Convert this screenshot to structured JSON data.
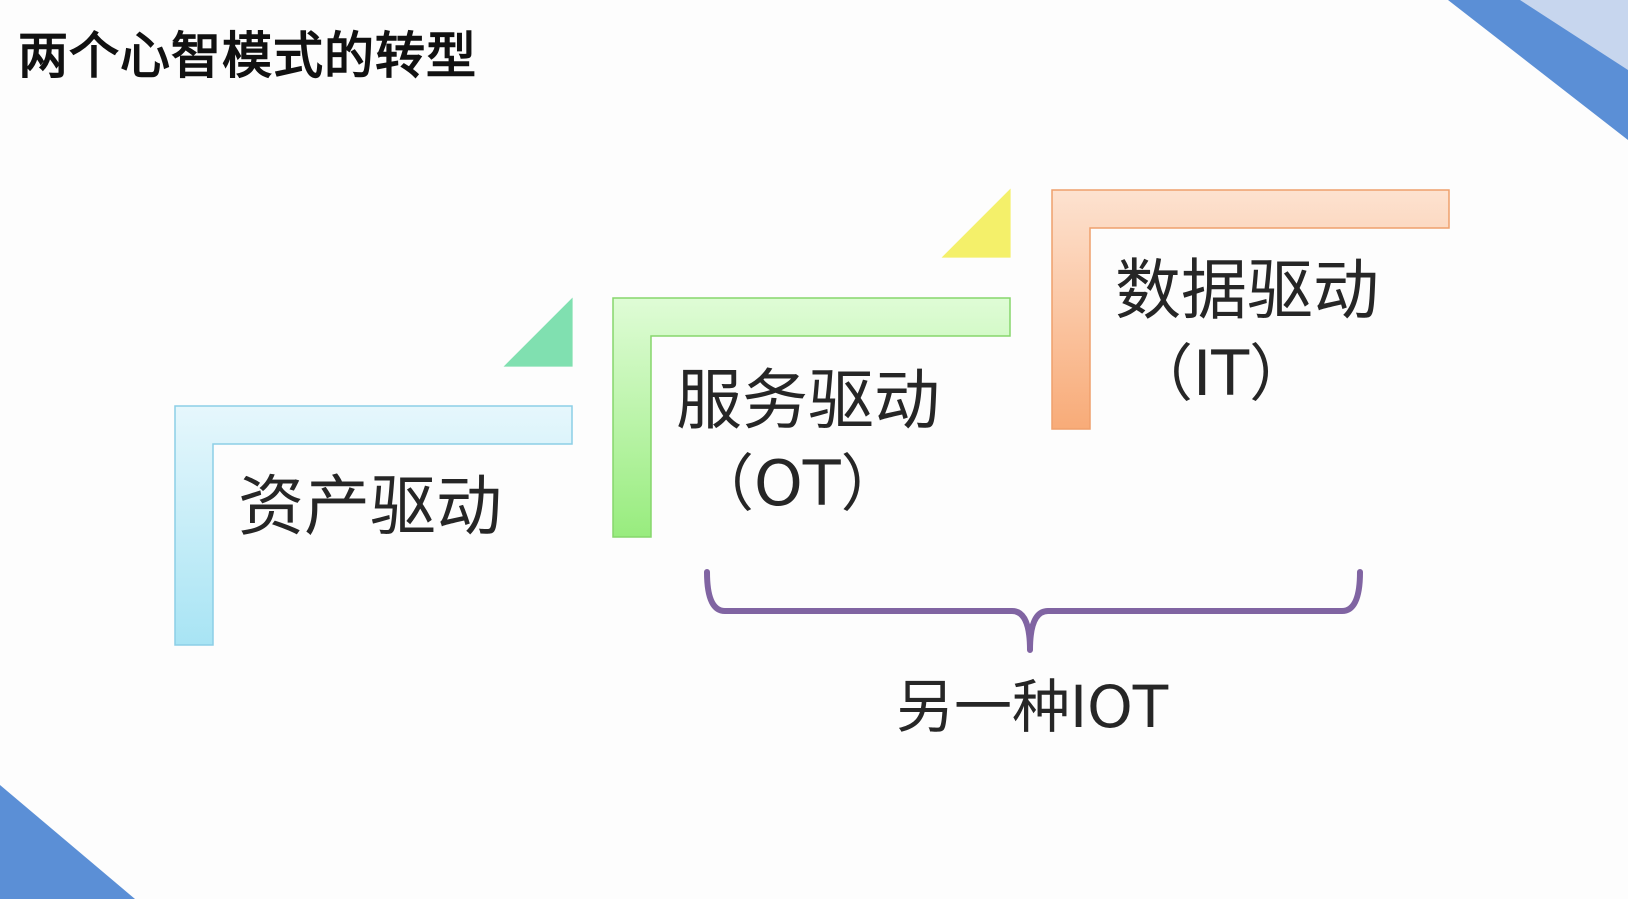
{
  "slide": {
    "title": "两个心智模式的转型"
  },
  "stages": [
    {
      "label": "资产驱动",
      "sub": "",
      "color_top": "#e6f7fc",
      "color_bottom": "#a8e4f4",
      "stroke": "#8ccfe6"
    },
    {
      "label": "服务驱动",
      "sub": "（OT）",
      "color_top": "#dffcd6",
      "color_bottom": "#98ec7e",
      "stroke": "#86d66c",
      "triangle": "#80e0b0"
    },
    {
      "label": "数据驱动",
      "sub": "（IT）",
      "color_top": "#fde2d0",
      "color_bottom": "#f8ab78",
      "stroke": "#efa06c",
      "triangle": "#f4f06a"
    }
  ],
  "brace": {
    "label": "另一种IOT",
    "color": "#8064a2"
  },
  "corner_color": "#5b8fd6"
}
